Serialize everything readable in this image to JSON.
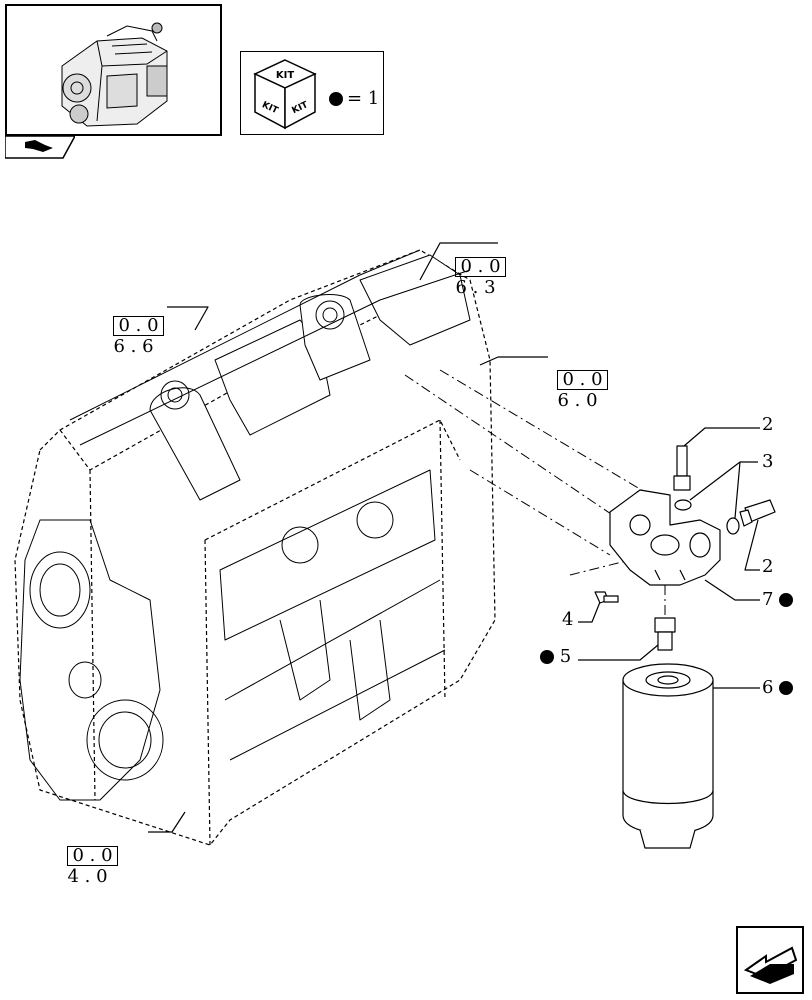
{
  "legend": {
    "kit_top": "KIT",
    "kit_left": "KIT",
    "kit_right": "KIT",
    "equals_text": "= 1"
  },
  "references": [
    {
      "boxed": "0 . 0",
      "rest": "6 . 3"
    },
    {
      "boxed": "0 . 0",
      "rest": "6 . 6"
    },
    {
      "boxed": "0 . 0",
      "rest": "6 . 0"
    },
    {
      "boxed": "0 . 0",
      "rest": "4 . 0"
    }
  ],
  "callouts": [
    {
      "number": "2",
      "kit": false
    },
    {
      "number": "3",
      "kit": false
    },
    {
      "number": "2",
      "kit": false
    },
    {
      "number": "7",
      "kit": true
    },
    {
      "number": "4",
      "kit": false
    },
    {
      "number": "5",
      "kit": true
    },
    {
      "number": "6",
      "kit": true
    }
  ],
  "nav_icon": "next-page-arrow-icon"
}
